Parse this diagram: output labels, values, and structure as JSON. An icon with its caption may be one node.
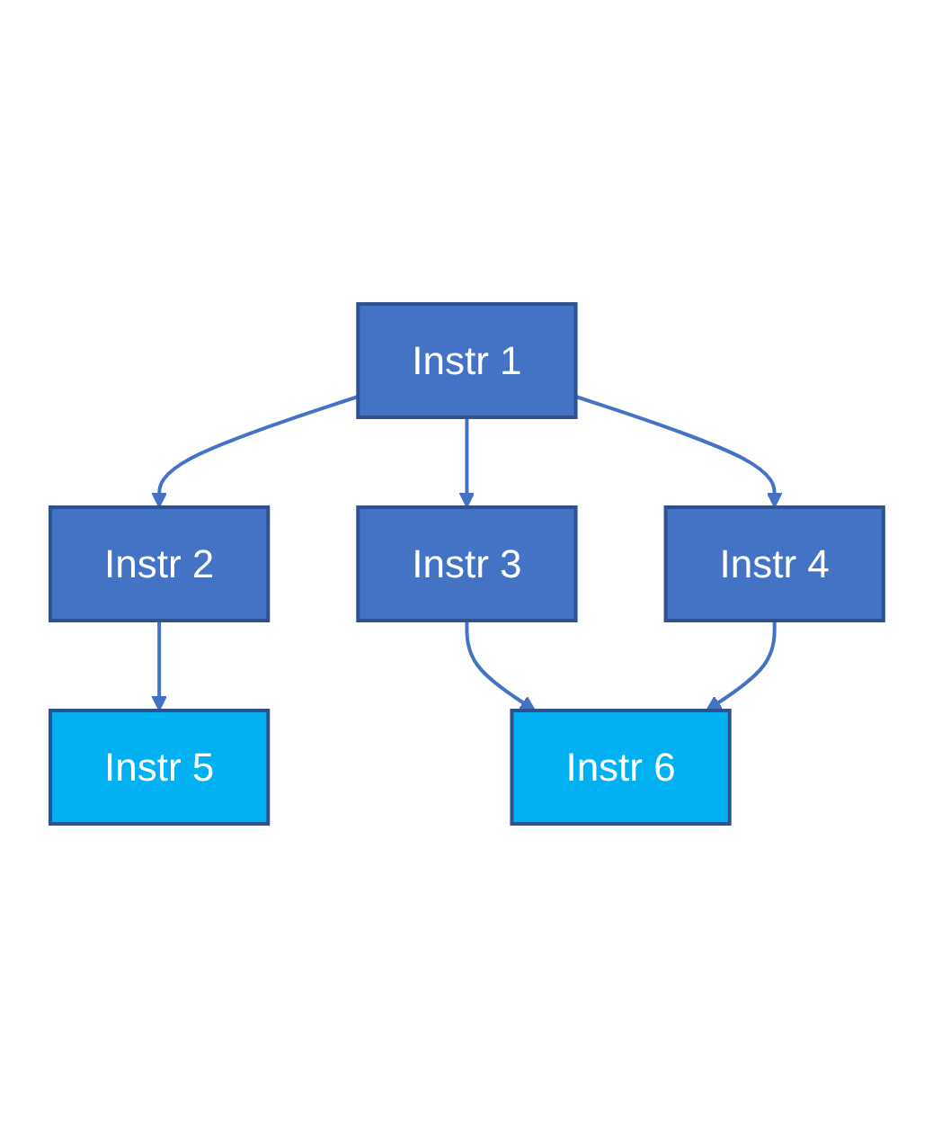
{
  "diagram": {
    "nodes": [
      {
        "text": [
          "Instr 1"
        ]
      },
      {
        "text": [
          "Instr 2"
        ]
      },
      {
        "text": [
          "Instr 3"
        ]
      },
      {
        "text": [
          "Instr 4"
        ]
      },
      {
        "text": [
          "Instr 5"
        ]
      },
      {
        "text": [
          "Instr 6"
        ]
      }
    ],
    "edges": [
      {
        "from": 0,
        "to": 1,
        "arrow": "to"
      },
      {
        "from": 0,
        "to": 2,
        "arrow": "to"
      },
      {
        "from": 0,
        "to": 3,
        "arrow": "to"
      },
      {
        "from": 1,
        "to": 4,
        "arrow": "to"
      },
      {
        "from": 2,
        "to": 5,
        "arrow": "to"
      },
      {
        "from": 3,
        "to": 5,
        "arrow": "to"
      }
    ]
  }
}
